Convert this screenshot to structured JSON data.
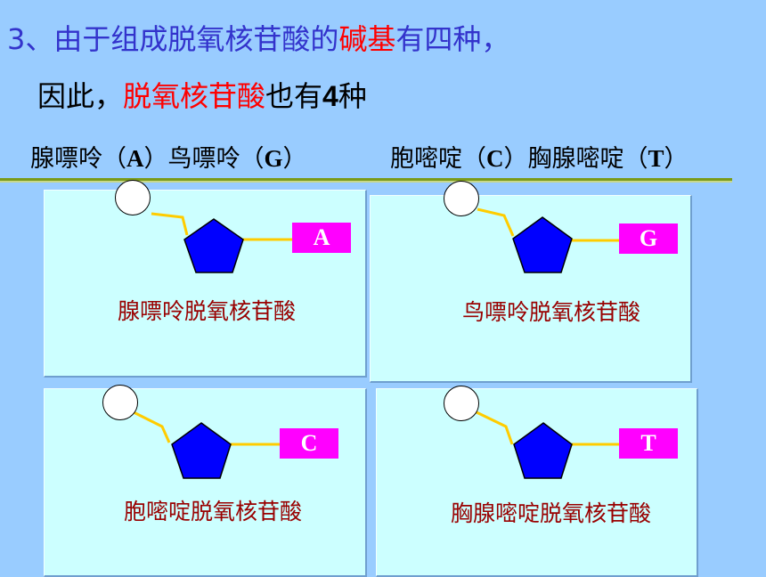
{
  "heading": {
    "line1_prefix": "3、由于组成脱氧核苷酸的",
    "line1_highlight": "碱基",
    "line1_suffix": "有四种，",
    "line2_prefix": "因此，",
    "line2_highlight": "脱氧核苷酸",
    "line2_middle": "也有",
    "line2_number": "4",
    "line2_suffix": "种"
  },
  "bases": [
    {
      "name": "腺嘌呤",
      "letter": "A"
    },
    {
      "name": "鸟嘌呤",
      "letter": "G"
    },
    {
      "name": "胞嘧啶",
      "letter": "C"
    },
    {
      "name": "胸腺嘧啶",
      "letter": "T"
    }
  ],
  "panels": [
    {
      "badge": "A",
      "caption": "腺嘌呤脱氧核苷酸"
    },
    {
      "badge": "G",
      "caption": "鸟嘌呤脱氧核苷酸"
    },
    {
      "badge": "C",
      "caption": "胞嘧啶脱氧核苷酸"
    },
    {
      "badge": "T",
      "caption": "胸腺嘧啶脱氧核苷酸"
    }
  ],
  "colors": {
    "background": "#99ccff",
    "heading_blue": "#3333cc",
    "highlight_red": "#ff0000",
    "panel_fill": "#ccffff",
    "sugar_fill": "#0000ff",
    "base_badge": "#ff00ff",
    "bond_line": "#ffcc00",
    "caption_color": "#990000"
  },
  "icons": {
    "phosphate": "white-circle",
    "sugar": "blue-pentagon",
    "base": "magenta-rectangle"
  }
}
